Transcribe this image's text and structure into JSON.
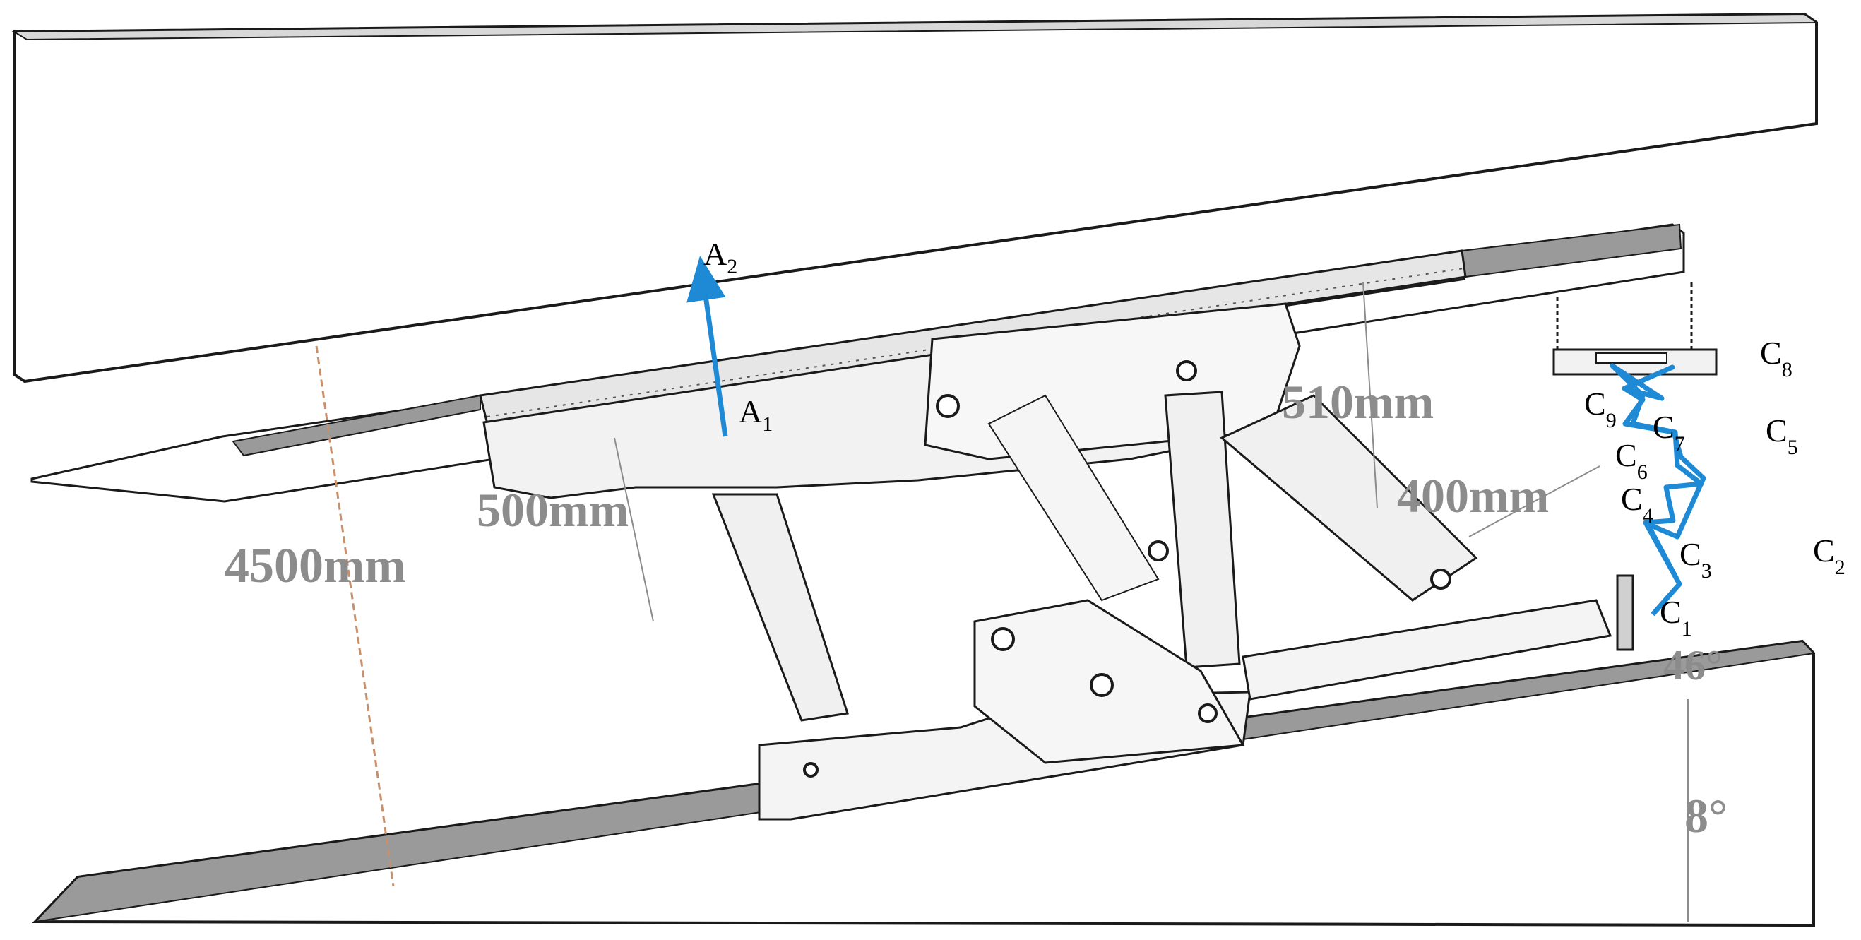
{
  "colors": {
    "outline": "#1a1a1a",
    "roof_fill": "#ffffff",
    "floor_edge": "#8f8f8f",
    "beam_fill": "#f4f4f4",
    "rail_fill": "#9a9a9a",
    "dimension": "#8c8c8c",
    "trajectory": "#1e8ad6",
    "height_line": "#c8906a"
  },
  "dimensions": {
    "height": "4500mm",
    "front_offset": "500mm",
    "rear_offset": "510mm",
    "leg_spacing": "400mm",
    "angle_small": "46°",
    "floor_angle": "8°"
  },
  "points_a": [
    {
      "letter": "A",
      "sub": "1"
    },
    {
      "letter": "A",
      "sub": "2"
    }
  ],
  "points_c": [
    {
      "letter": "C",
      "sub": "1"
    },
    {
      "letter": "C",
      "sub": "2"
    },
    {
      "letter": "C",
      "sub": "3"
    },
    {
      "letter": "C",
      "sub": "4"
    },
    {
      "letter": "C",
      "sub": "5"
    },
    {
      "letter": "C",
      "sub": "6"
    },
    {
      "letter": "C",
      "sub": "7"
    },
    {
      "letter": "C",
      "sub": "8"
    },
    {
      "letter": "C",
      "sub": "9"
    }
  ]
}
